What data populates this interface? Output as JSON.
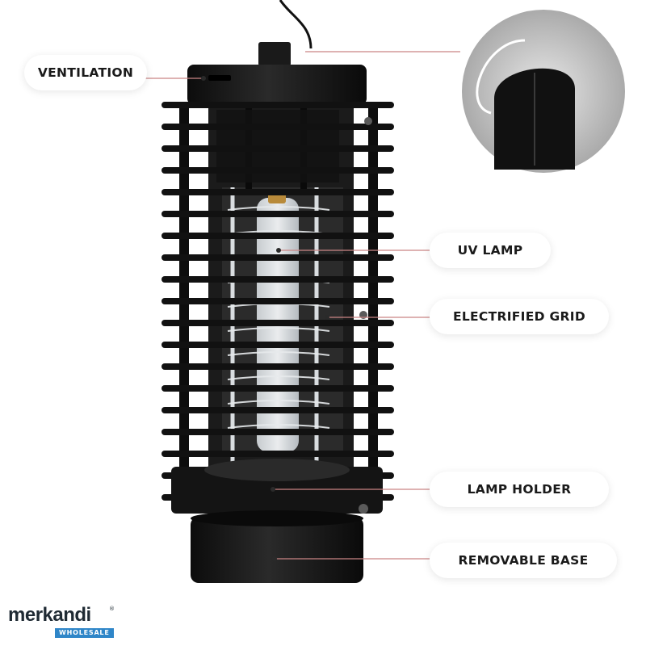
{
  "labels": {
    "ventilation": "VENTILATION",
    "uv_lamp": "UV LAMP",
    "electrified_grid": "ELECTRIFIED GRID",
    "lamp_holder": "LAMP HOLDER",
    "removable_base": "REMOVABLE BASE"
  },
  "logo": {
    "name": "merkandi",
    "tagline": "WHOLESALE",
    "registered": "®"
  },
  "colors": {
    "device": "#161616",
    "pointer_line": "#c98585",
    "pointer_dot": "#2a2a2a",
    "logo_blue": "#2f86c8"
  }
}
